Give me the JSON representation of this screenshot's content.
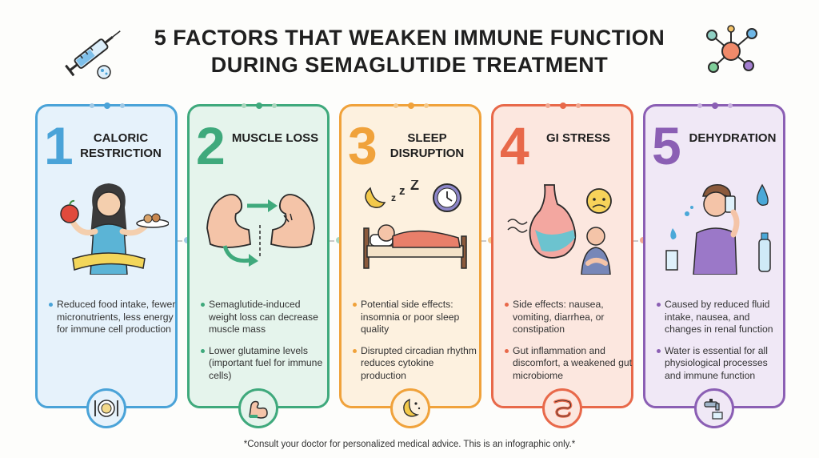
{
  "title": {
    "line1": "5 FACTORS THAT WEAKEN IMMUNE FUNCTION",
    "line2": "DURING SEMAGLUTIDE TREATMENT"
  },
  "factors": [
    {
      "number": "1",
      "heading": "CALORIC RESTRICTION",
      "accent": "#4aa3d8",
      "bg": "#e6f2fb",
      "bullets": [
        "Reduced food intake, fewer micronutrients, less energy for immune cell production"
      ],
      "icon": "plate-cutlery-icon"
    },
    {
      "number": "2",
      "heading": "MUSCLE LOSS",
      "accent": "#3fa97c",
      "bg": "#e5f4ec",
      "bullets": [
        "Semaglutide-induced weight loss can decrease muscle mass",
        "Lower glutamine levels (important fuel for immune cells)"
      ],
      "icon": "flexed-arm-icon"
    },
    {
      "number": "3",
      "heading": "SLEEP DISRUPTION",
      "accent": "#f0a23b",
      "bg": "#fdf1df",
      "bullets": [
        "Potential side effects: insomnia or poor sleep quality",
        "Disrupted circadian rhythm reduces cytokine production"
      ],
      "icon": "moon-stars-icon"
    },
    {
      "number": "4",
      "heading": "GI STRESS",
      "accent": "#e8694a",
      "bg": "#fce7df",
      "bullets": [
        "Side effects: nausea, vomiting, diarrhea, or constipation",
        "Gut inflammation and discomfort, a weakened gut microbiome"
      ],
      "icon": "intestine-icon"
    },
    {
      "number": "5",
      "heading": "DEHYDRATION",
      "accent": "#8b5fb4",
      "bg": "#f0e8f6",
      "bullets": [
        "Caused by reduced fluid intake, nausea, and changes in renal function",
        "Water is essential for all physiological processes and immune function"
      ],
      "icon": "water-tap-icon"
    }
  ],
  "footer": "*Consult your doctor for personalized medical advice. This is an infographic only.*"
}
